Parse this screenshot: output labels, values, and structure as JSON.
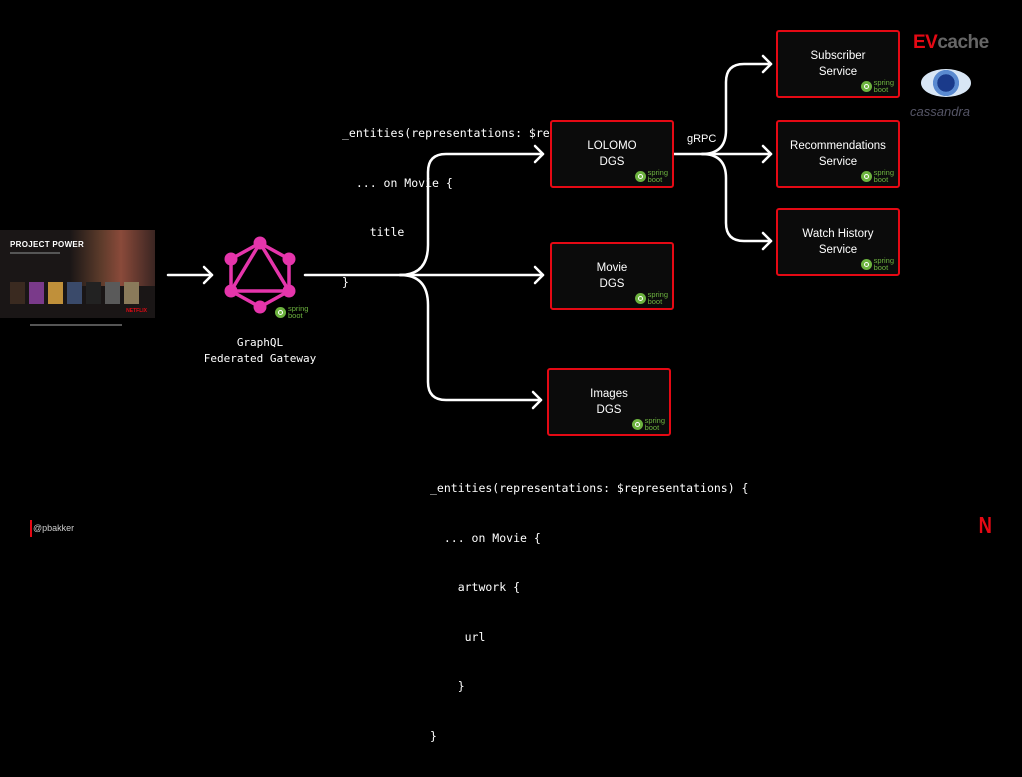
{
  "code_top": [
    "_entities(representations: $representations) {",
    "  ... on Movie {",
    "    title",
    "}"
  ],
  "code_bottom": [
    "_entities(representations: $representations) {",
    "  ... on Movie {",
    "    artwork {",
    "     url",
    "    }",
    "}"
  ],
  "gateway": {
    "line1": "GraphQL",
    "line2": "Federated Gateway",
    "color": "#e535ab"
  },
  "services": {
    "lolomo": {
      "line1": "LOLOMO",
      "line2": "DGS"
    },
    "movie": {
      "line1": "Movie",
      "line2": "DGS"
    },
    "images": {
      "line1": "Images",
      "line2": "DGS"
    },
    "subscriber": {
      "line1": "Subscriber",
      "line2": "Service"
    },
    "recommendations": {
      "line1": "Recommendations",
      "line2": "Service"
    },
    "watch_history": {
      "line1": "Watch History",
      "line2": "Service"
    }
  },
  "spring": {
    "line1": "spring",
    "line2": "boot",
    "color": "#6db33f"
  },
  "grpc_label": "gRPC",
  "tv": {
    "title": "PROJECT POWER"
  },
  "evcache": {
    "ev": "EV",
    "cache": "cache"
  },
  "cassandra": "cassandra",
  "handle": "@pbakker",
  "netflix_logo": "N",
  "colors": {
    "accent": "#e50914",
    "line": "#ffffff",
    "background": "#000000"
  }
}
